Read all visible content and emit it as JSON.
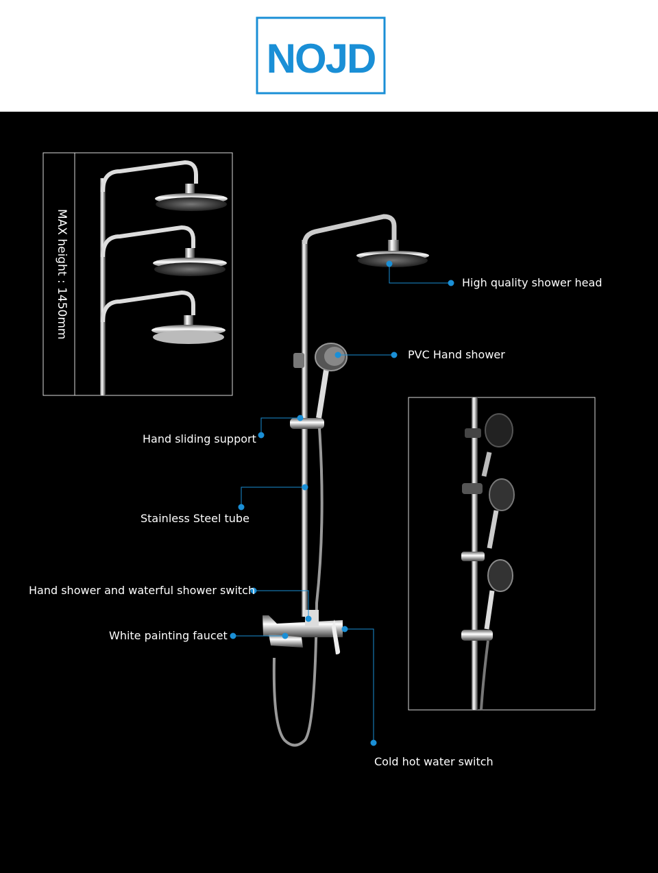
{
  "brand": {
    "logo_text": "NOJD",
    "color": "#1a8fd6"
  },
  "height_panel": {
    "label": "MAX height : 1450mm"
  },
  "callouts": {
    "shower_head": "High quality shower head",
    "hand_shower": "PVC Hand shower",
    "sliding_support": "Hand sliding support",
    "steel_tube": "Stainless Steel tube",
    "switch": "Hand shower and waterful shower switch",
    "faucet": "White painting faucet",
    "hot_cold": "Cold hot water switch"
  },
  "colors": {
    "background": "#000000",
    "accent": "#1a8fd6",
    "text": "#ffffff"
  }
}
